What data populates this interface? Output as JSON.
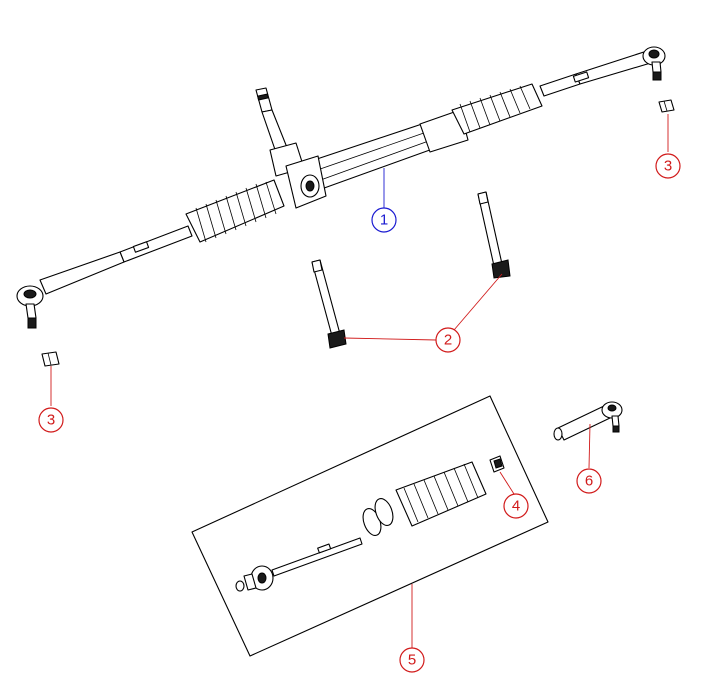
{
  "colors": {
    "callout_red": "#d11a1a",
    "callout_blue": "#1a1ad1",
    "line": "#000000",
    "background": "#ffffff"
  },
  "callouts": [
    {
      "id": "c1",
      "label": "1",
      "color": "blue"
    },
    {
      "id": "c2",
      "label": "2",
      "color": "red"
    },
    {
      "id": "c3a",
      "label": "3",
      "color": "red"
    },
    {
      "id": "c3b",
      "label": "3",
      "color": "red"
    },
    {
      "id": "c4",
      "label": "4",
      "color": "red"
    },
    {
      "id": "c5",
      "label": "5",
      "color": "red"
    },
    {
      "id": "c6",
      "label": "6",
      "color": "red"
    }
  ]
}
